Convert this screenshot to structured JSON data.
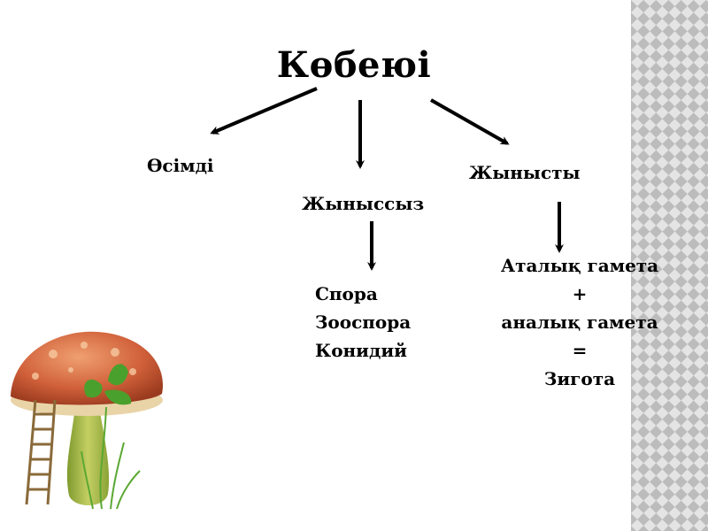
{
  "diagram": {
    "title": "Көбеюі",
    "branches": {
      "vegetative": "Өсімді",
      "asexual": "Жыныссыз",
      "sexual": "Жынысты"
    },
    "asexual_items": [
      "Спора",
      "Зооспора",
      "Конидий"
    ],
    "sexual_items": [
      "Аталық гамета",
      "+",
      "аналық гамета",
      "=",
      "Зигота"
    ]
  },
  "colors": {
    "arrow": "#000000",
    "sidebar_dark": "#b8b8b8",
    "sidebar_light": "#e6e6e6",
    "mushroom_cap": "#c8532c",
    "mushroom_stem": "#a8b84a",
    "leaf": "#4aa02c"
  },
  "illustration": {
    "name": "mushroom-illustration"
  }
}
